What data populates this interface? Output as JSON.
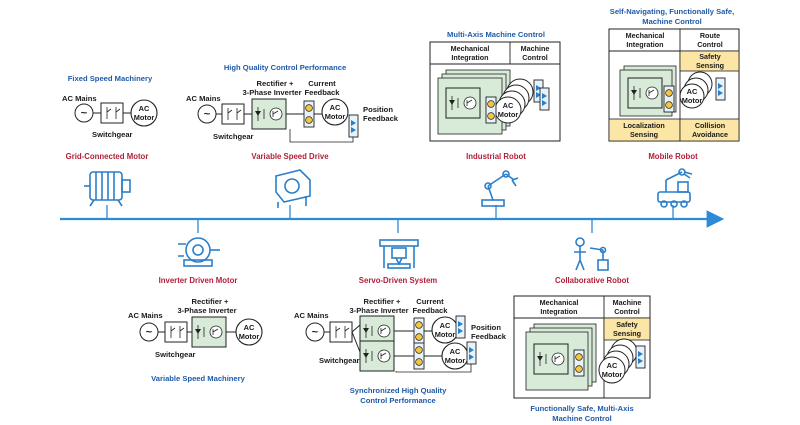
{
  "colors": {
    "timeline": "#2c8ad6",
    "caption_blue": "#1f5aa8",
    "caption_red": "#b11f3a",
    "inverter_fill": "#d8ebd9",
    "feedback_fill": "#e6f3fb",
    "safety_fill": "#fbe6a6",
    "icon_blue": "#2a7fc9"
  },
  "labels": {
    "ac_mains": "AC Mains",
    "switchgear": "Switchgear",
    "ac": "AC",
    "motor": "Motor",
    "rectifier": "Rectifier +",
    "three_phase_inverter": "3-Phase Inverter",
    "current": "Current",
    "feedback": "Feedback",
    "position": "Position",
    "mechanical": "Mechanical",
    "integration": "Integration",
    "machine": "Machine",
    "control": "Control",
    "route": "Route",
    "safety": "Safety",
    "sensing": "Sensing",
    "localization": "Localization",
    "collision": "Collision",
    "avoidance": "Avoidance",
    "tilde": "~"
  },
  "top_milestones": [
    {
      "title": "Grid-Connected Motor",
      "icon": "motor-icon"
    },
    {
      "title": "Variable Speed Drive",
      "icon": "drive-icon"
    },
    {
      "title": "Industrial Robot",
      "icon": "robot-arm-icon"
    },
    {
      "title": "Mobile Robot",
      "icon": "mobile-robot-icon"
    }
  ],
  "bottom_milestones": [
    {
      "title": "Inverter Driven Motor",
      "icon": "inverter-motor-icon"
    },
    {
      "title": "Servo-Driven System",
      "icon": "servo-system-icon"
    },
    {
      "title": "Collaborative Robot",
      "icon": "cobot-icon"
    }
  ],
  "diagram_captions": {
    "fixed_speed": "Fixed Speed Machinery",
    "high_quality": "High Quality Control Performance",
    "multi_axis": "Multi-Axis Machine Control",
    "self_nav_1": "Self-Navigating, Functionally Safe,",
    "self_nav_2": "Machine Control",
    "variable_speed": "Variable Speed Machinery",
    "synchronized_1": "Synchronized High Quality",
    "synchronized_2": "Control Performance",
    "functionally_safe_1": "Functionally Safe, Multi-Axis",
    "functionally_safe_2": "Machine Control"
  }
}
